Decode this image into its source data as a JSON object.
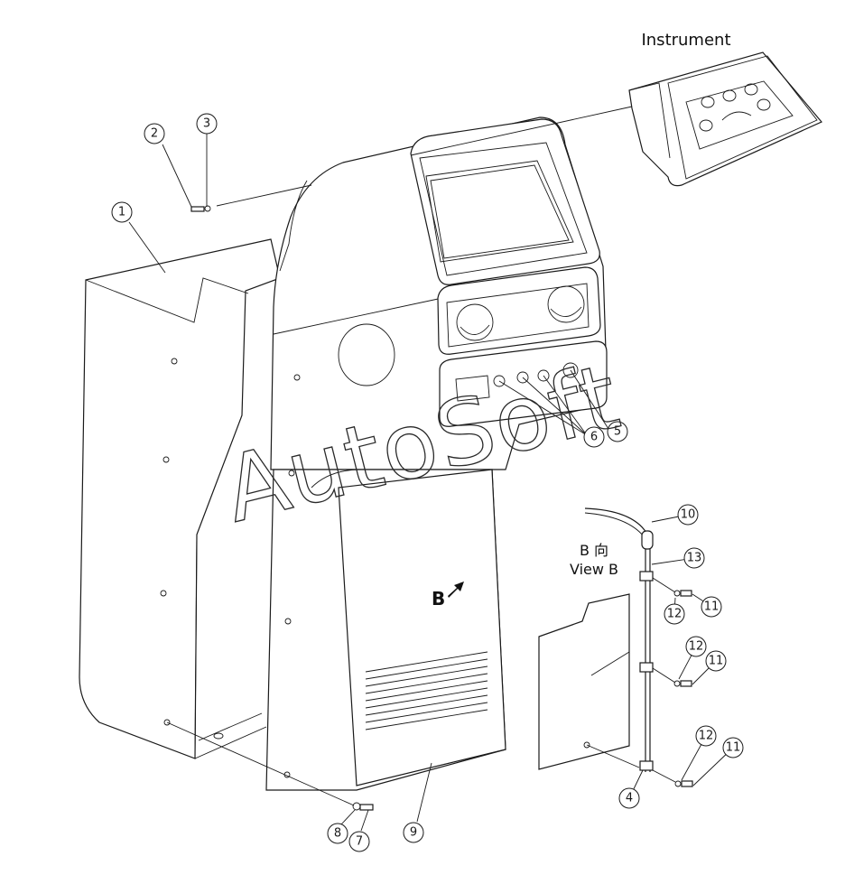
{
  "labels": {
    "instrument": "Instrument",
    "view_b_cn": "B 向",
    "view_b_en": "View B",
    "b_marker": "B",
    "watermark": "AutoSoft"
  },
  "callouts": [
    "1",
    "2",
    "3",
    "4",
    "5",
    "6",
    "7",
    "8",
    "9",
    "10",
    "11",
    "12",
    "13",
    "11",
    "12",
    "11",
    "12"
  ]
}
